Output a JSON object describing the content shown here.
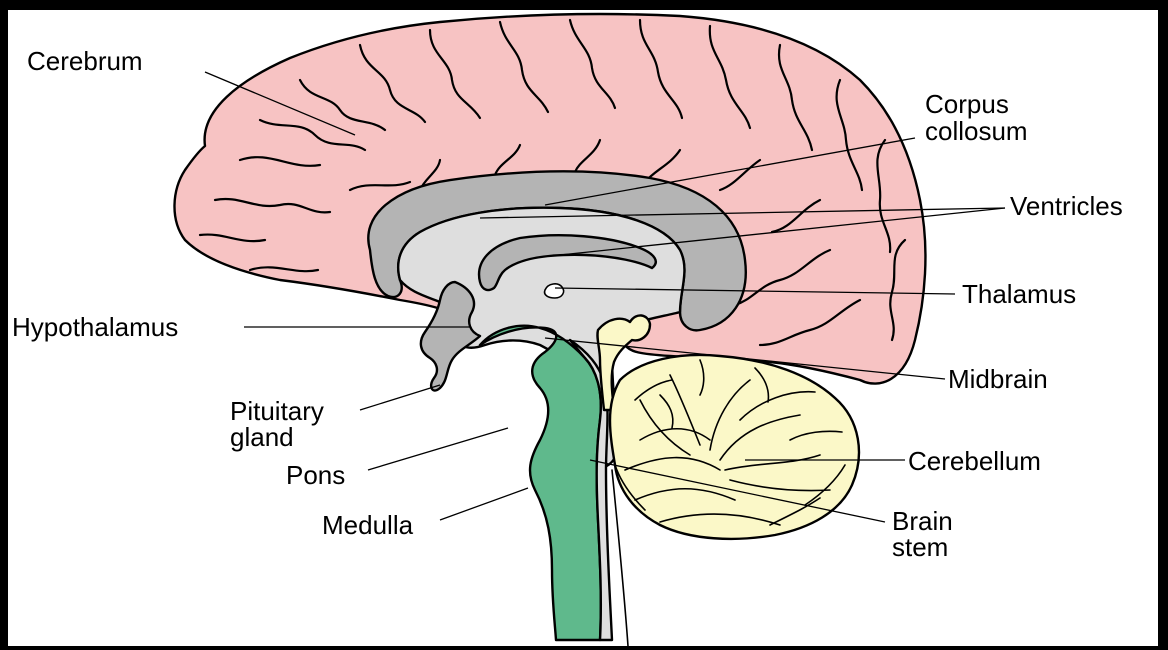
{
  "labels": {
    "cerebrum": "Cerebrum",
    "corpus_line1": "Corpus",
    "corpus_line2": "collosum",
    "ventricles": "Ventricles",
    "thalamus": "Thalamus",
    "hypothalamus": "Hypothalamus",
    "midbrain": "Midbrain",
    "pituitary_line1": "Pituitary",
    "pituitary_line2": "gland",
    "cerebellum": "Cerebellum",
    "pons": "Pons",
    "medulla": "Medulla",
    "brainstem_line1": "Brain",
    "brainstem_line2": "stem"
  },
  "colors": {
    "frame": "#000000",
    "background": "#ffffff",
    "cerebrum": "#f7c3c3",
    "corpus_callosum": "#b4b4b4",
    "ventricles_interior": "#dedede",
    "brainstem": "#5fb98c",
    "cerebellum": "#fbf8c8",
    "outline": "#000000"
  }
}
